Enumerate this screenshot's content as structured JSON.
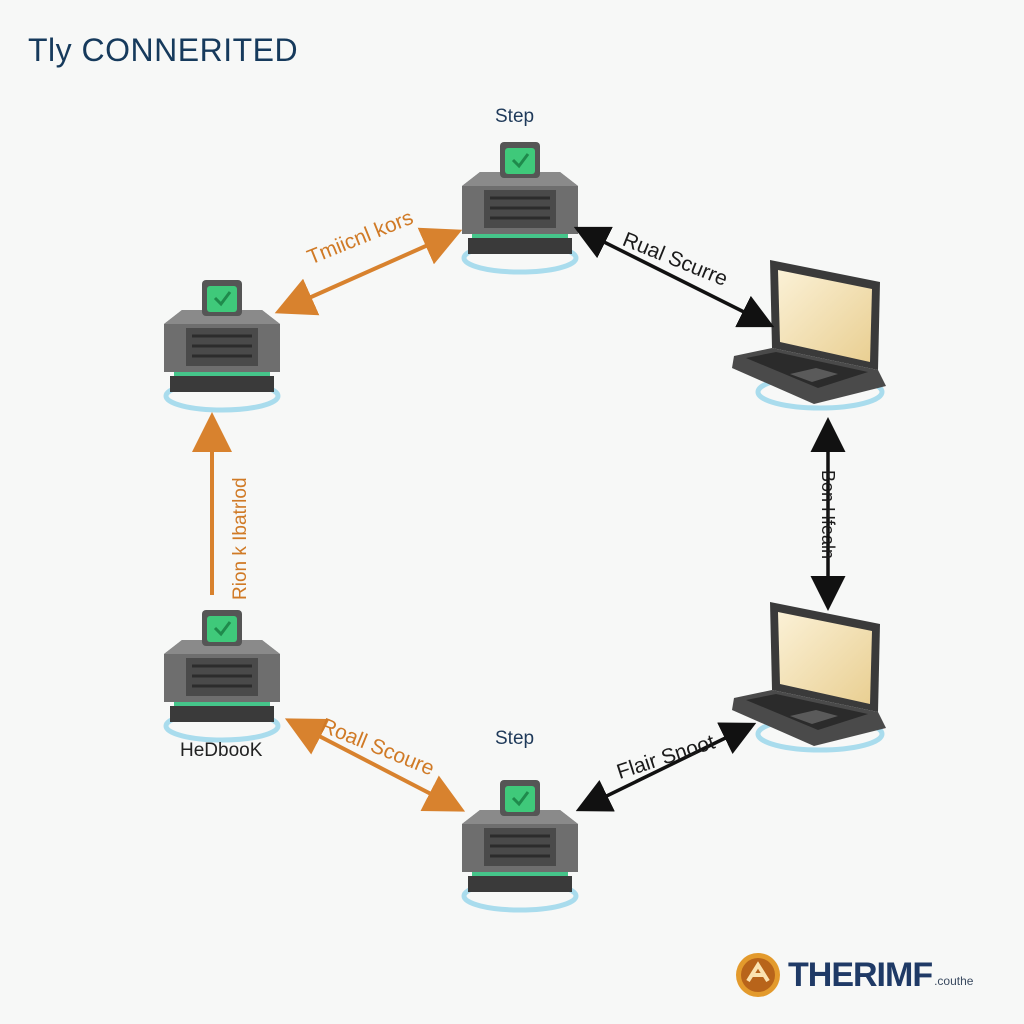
{
  "title": "Tly CONNERITED",
  "nodes": {
    "server_top": {
      "label": "Step"
    },
    "server_bottom": {
      "label": "Step"
    },
    "server_left_bottom": {
      "label": "HeDbooK"
    }
  },
  "edges": {
    "top_to_left": {
      "label": "Tmiicnl kors"
    },
    "top_to_laptop": {
      "label": "Rual Scurre"
    },
    "laptop_to_laptop": {
      "label": "Bon Hfealn"
    },
    "left_vertical": {
      "label": "Rion k Ibatrlod"
    },
    "left_to_bottom": {
      "label": "Roall Scoure"
    },
    "bottom_to_laptop": {
      "label": "Flair Snoot"
    }
  },
  "brand": {
    "name": "THERIMF",
    "suffix": ".couthe"
  },
  "colors": {
    "orange_arrow": "#d8822e",
    "dark_arrow": "#111111",
    "server_body": "#6b6b6b",
    "server_glow": "#3fc97a",
    "base_ring": "#9fd6e8",
    "laptop_screen": "#f1deb0"
  }
}
